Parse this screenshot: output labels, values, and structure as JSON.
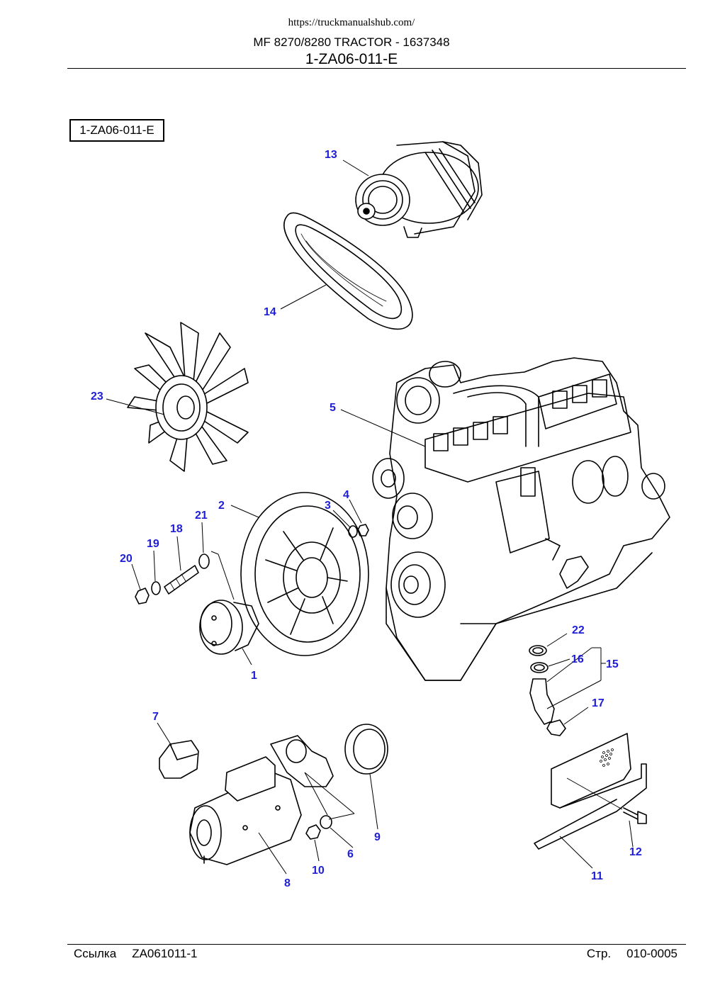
{
  "header": {
    "url": "https://truckmanualshub.com/",
    "model": "MF 8270/8280 TRACTOR - 1637348",
    "code": "1-ZA06-011-E"
  },
  "reference_box": "1-ZA06-011-E",
  "callouts": {
    "c1": "1",
    "c2": "2",
    "c3": "3",
    "c4": "4",
    "c5": "5",
    "c6": "6",
    "c7": "7",
    "c8": "8",
    "c9": "9",
    "c10": "10",
    "c11": "11",
    "c12": "12",
    "c13": "13",
    "c14": "14",
    "c15": "15",
    "c16": "16",
    "c17": "17",
    "c18": "18",
    "c19": "19",
    "c20": "20",
    "c21": "21",
    "c22": "22",
    "c23": "23"
  },
  "footer": {
    "ref_label": "Ссылка",
    "ref_value": "ZA061011-1",
    "page_label": "Стр.",
    "page_value": "010-0005"
  }
}
